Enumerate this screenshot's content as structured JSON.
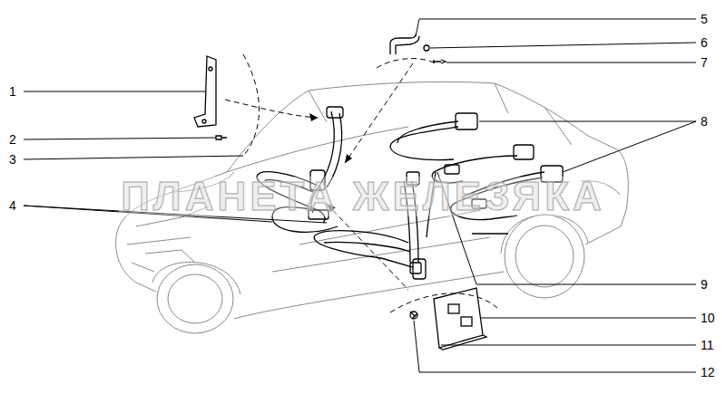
{
  "diagram": {
    "labels": [
      "1",
      "2",
      "3",
      "4",
      "5",
      "6",
      "7",
      "8",
      "9",
      "10",
      "11",
      "12",
      "ПЛАНЕТА ЖЕЛЕЗЯКА"
    ]
  }
}
